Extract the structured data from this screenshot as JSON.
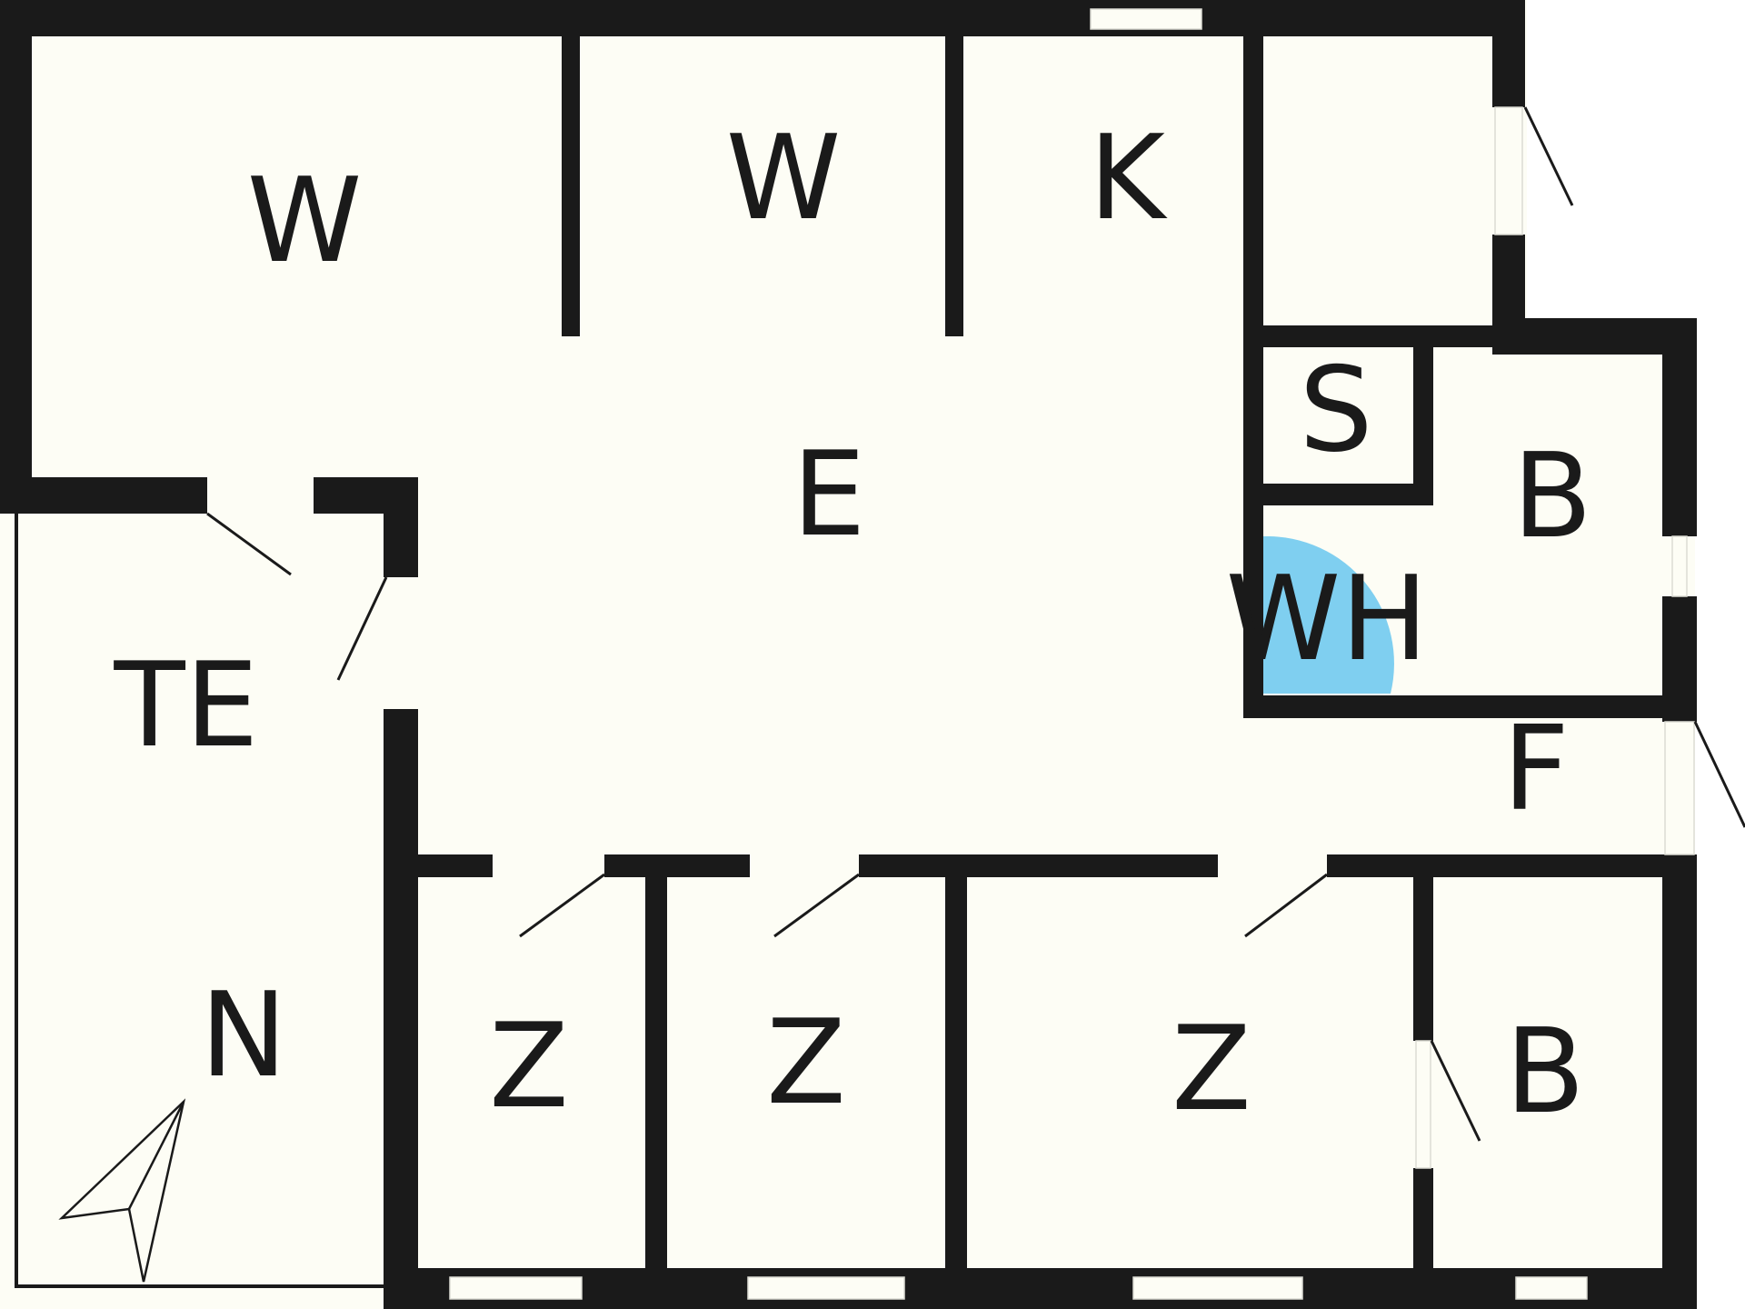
{
  "floorplan": {
    "colors": {
      "wall": "#1a1a1a",
      "floor": "#fdfdf5",
      "whirlpool": "#7fcff0"
    },
    "rooms": [
      {
        "id": "w1",
        "label": "W"
      },
      {
        "id": "w2",
        "label": "W"
      },
      {
        "id": "k",
        "label": "K"
      },
      {
        "id": "e",
        "label": "E"
      },
      {
        "id": "s",
        "label": "S"
      },
      {
        "id": "b1",
        "label": "B"
      },
      {
        "id": "wh",
        "label": "WH"
      },
      {
        "id": "f",
        "label": "F"
      },
      {
        "id": "te",
        "label": "TE"
      },
      {
        "id": "n",
        "label": "N"
      },
      {
        "id": "z1",
        "label": "Z"
      },
      {
        "id": "z2",
        "label": "Z"
      },
      {
        "id": "z3",
        "label": "Z"
      },
      {
        "id": "b2",
        "label": "B"
      }
    ],
    "icons": {
      "compass": "north-arrow-icon"
    }
  }
}
